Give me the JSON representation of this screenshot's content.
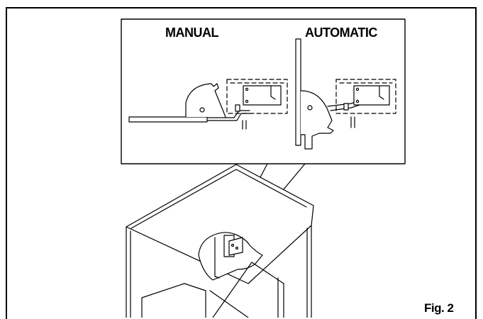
{
  "labels": {
    "manual": "MANUAL",
    "automatic": "AUTOMATIC",
    "figure": "Fig. 2"
  },
  "colors": {
    "line": "#000000",
    "background": "#ffffff"
  }
}
